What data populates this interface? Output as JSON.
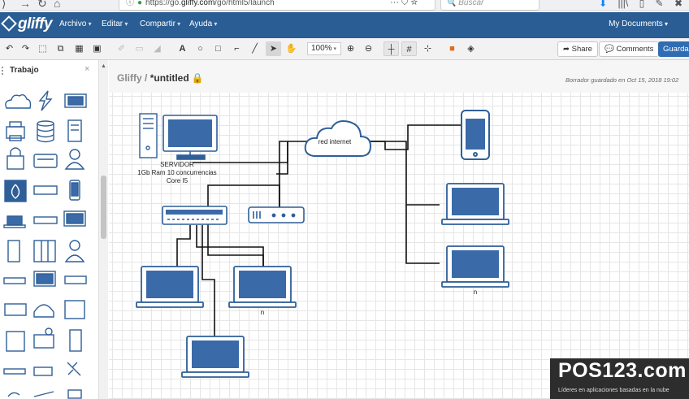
{
  "browser": {
    "url_prefix": "https://go.",
    "url_host": "gliffy.com",
    "url_path": "/go/html5/launch",
    "search_placeholder": "Buscar"
  },
  "app": {
    "logo": "gliffy",
    "menu": [
      "Archivo",
      "Editar",
      "Compartir",
      "Ayuda"
    ],
    "my_documents": "My Documents"
  },
  "toolbar": {
    "zoom": "100%",
    "share": "Share",
    "comments": "Comments",
    "save": "Guardar"
  },
  "panel": {
    "title": "Trabajo",
    "close": "×"
  },
  "document": {
    "brand": "Gliffy",
    "separator": " / ",
    "title": "*untitled",
    "saved_status": "Borrador guardado en Oct 15, 2018 19:02"
  },
  "diagram": {
    "server_label": [
      "SERVIDOR",
      "1Gb Ram 10 concurrencias",
      "Core I5"
    ],
    "cloud_label": "red internet",
    "laptop_label_left": "n",
    "laptop_label_right": "n"
  },
  "watermark": {
    "title": "POS123.com",
    "subtitle": "Líderes en aplicaciones basadas en la nube"
  },
  "colors": {
    "menubar": "#2a5d93",
    "icon_blue": "#2f5f98",
    "screen_blue": "#3a6aa8"
  }
}
